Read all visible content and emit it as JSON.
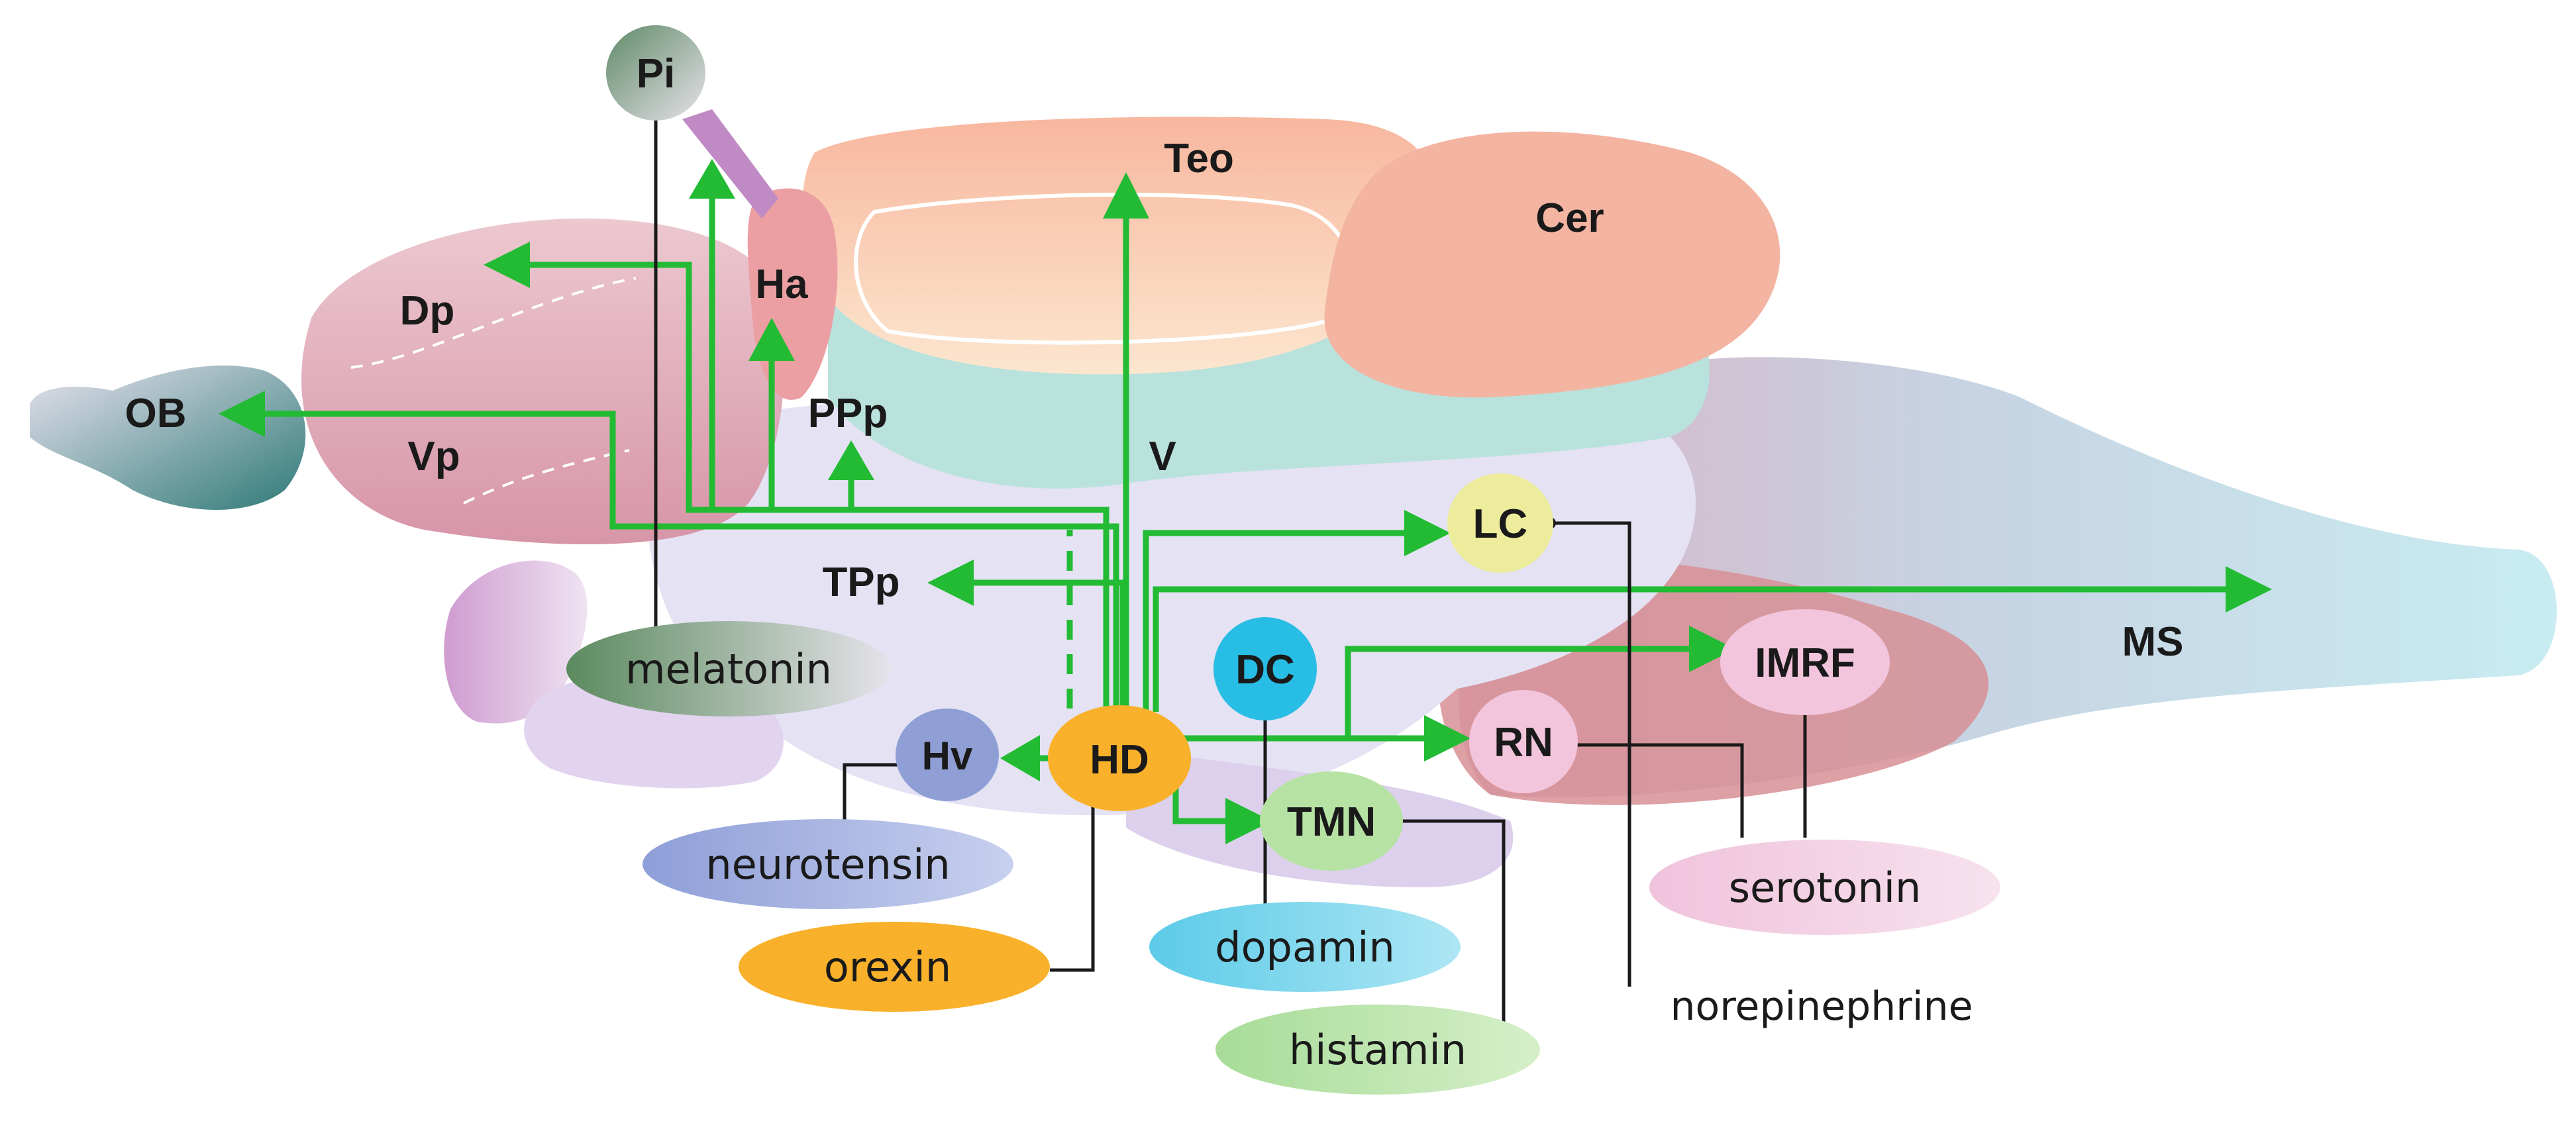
{
  "regions": {
    "teo": "Teo",
    "cer": "Cer",
    "dp": "Dp",
    "vp": "Vp",
    "ob": "OB",
    "ha": "Ha",
    "ppp": "PPp",
    "tpp": "TPp",
    "v": "V",
    "ms": "MS"
  },
  "nuclei": {
    "pi": "Pi",
    "hd": "HD",
    "hv": "Hv",
    "dc": "DC",
    "lc": "LC",
    "rn": "RN",
    "imrf": "IMRF",
    "tmn": "TMN"
  },
  "transmitters": {
    "melatonin": "melatonin",
    "neurotensin": "neurotensin",
    "orexin": "orexin",
    "dopamin": "dopamin",
    "histamin": "histamin",
    "serotonin": "serotonin",
    "norepinephrine": "norepinephrine"
  },
  "colors": {
    "projection_arrow": "#22bb33",
    "hd_node": "#f9b12b",
    "dc_node": "#28bde5",
    "lc_node": "#ecec9c",
    "tmn_node": "#b6e2a4",
    "pi_node": "#7d9a78",
    "hv_node": "#8f9fd6",
    "rn_imrf_node": "#f3c5dd"
  }
}
